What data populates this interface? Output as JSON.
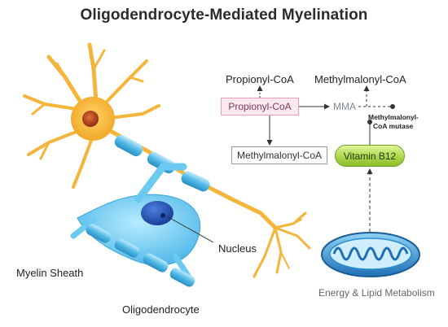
{
  "title": "Oligodendrocyte-Mediated Myelination",
  "pathway": {
    "propionyl_top": "Propionyl-CoA",
    "methylmalonyl_top": "Methylmalonyl-CoA",
    "propionyl_box": "Propionyl-CoA",
    "mma": "MMA",
    "mutase_line1": "Methylmalonyl-",
    "mutase_line2": "CoA mutase",
    "methylmalonyl_box": "Methylmalonyl-CoA",
    "vitamin": "Vitamin B12"
  },
  "labels": {
    "nucleus": "Nucleus",
    "myelin_sheath": "Myelin Sheath",
    "oligodendrocyte": "Oligodendrocyte",
    "energy": "Energy & Lipid Metabolism"
  },
  "colors": {
    "neuron": "#f4b53a",
    "nucleus_neuron": "#c2471d",
    "myelin": "#4fb8e6",
    "oligodendrocyte": "#6ccaf0",
    "mito_outer": "#2d8fcf",
    "vitamin": "#a9d443",
    "pink_box": "#fde8ef"
  }
}
